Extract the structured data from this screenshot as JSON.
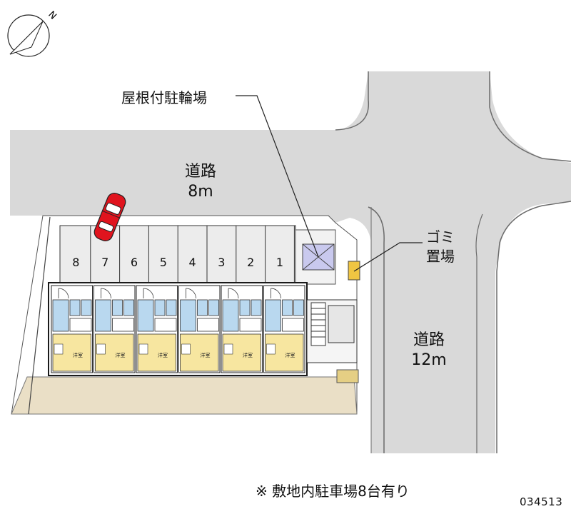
{
  "compass": {
    "north_letter": "N",
    "icon": "north-arrow-icon"
  },
  "roads": {
    "north": {
      "name": "道路",
      "width": "8m"
    },
    "east": {
      "name": "道路",
      "width": "12m"
    }
  },
  "callouts": {
    "bicycle_parking": "屋根付駐輪場",
    "garbage_line1": "ゴミ",
    "garbage_line2": "置場"
  },
  "parking_stalls": [
    "8",
    "7",
    "6",
    "5",
    "4",
    "3",
    "2",
    "1"
  ],
  "room_label": "洋室",
  "footnote": "※ 敷地内駐車場8台有り",
  "property_code": "034513",
  "colors": {
    "road": "#d9d9d9",
    "site": "#ffffff",
    "building_outline": "#1a1a1a",
    "unit_floor": "#f7e6a0",
    "kitchen_blue": "#b9d8ef",
    "tree_belt": "#eadfc6",
    "car_red": "#e0141e",
    "bike_shed": "#c9c9ee"
  }
}
